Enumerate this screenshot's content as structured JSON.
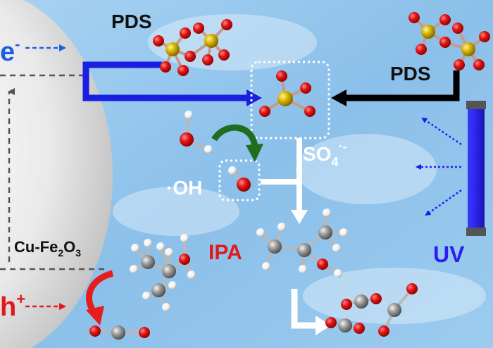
{
  "labels": {
    "electron": "e",
    "electron_sup": "-",
    "hole": "h",
    "hole_sup": "+",
    "catalyst_prefix": "Cu-Fe",
    "catalyst_sub1": "2",
    "catalyst_mid": "O",
    "catalyst_sub2": "3",
    "pds_left": "PDS",
    "pds_right": "PDS",
    "sulfate_main": "SO",
    "sulfate_sub": "4",
    "sulfate_sup": "·-",
    "hydroxyl": "·OH",
    "ipa": "IPA",
    "uv": "UV"
  },
  "colors": {
    "background": "#8fc3ec",
    "electron": "#1e5fe0",
    "hole": "#e31818",
    "ipa": "#e31818",
    "uv_text": "#2a1ef0",
    "uv_lamp": "#2a25e8",
    "arrow_blue": "#1a1ee0",
    "arrow_black": "#000000",
    "arrow_green": "#1e6e1e",
    "arrow_red": "#e81c1c",
    "arrow_white": "#ffffff",
    "atom_oxygen": "#e01414",
    "atom_sulfur": "#d8b400",
    "atom_carbon": "#9a9a9a",
    "atom_hydrogen": "#ffffff"
  }
}
